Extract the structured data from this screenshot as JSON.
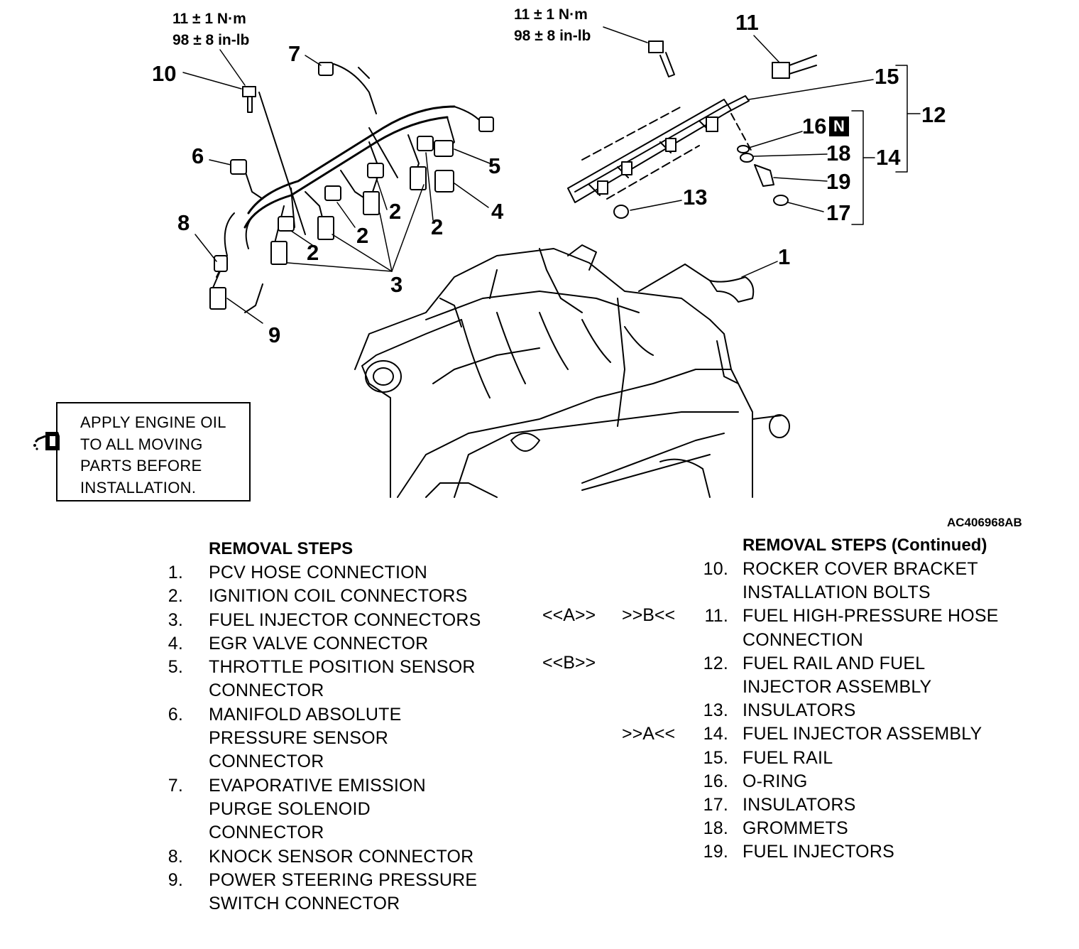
{
  "torque_left": {
    "line1": "11 ± 1 N·m",
    "line2": "98 ± 8 in-lb"
  },
  "torque_right": {
    "line1": "11 ± 1 N·m",
    "line2": "98 ± 8 in-lb"
  },
  "callouts": [
    "1",
    "2",
    "2",
    "2",
    "2",
    "3",
    "4",
    "5",
    "6",
    "7",
    "8",
    "9",
    "10",
    "11",
    "12",
    "13",
    "14",
    "15",
    "16",
    "17",
    "18",
    "19"
  ],
  "badge": "N",
  "note": {
    "lines": [
      "APPLY ENGINE OIL",
      "TO ALL MOVING",
      "PARTS BEFORE",
      "INSTALLATION."
    ]
  },
  "ref_code": "AC406968AB",
  "left_title": "REMOVAL STEPS",
  "right_title": "REMOVAL STEPS (Continued)",
  "left_steps": [
    {
      "num": "1.",
      "lines": [
        "PCV HOSE CONNECTION"
      ]
    },
    {
      "num": "2.",
      "lines": [
        "IGNITION COIL CONNECTORS"
      ]
    },
    {
      "num": "3.",
      "lines": [
        "FUEL INJECTOR CONNECTORS"
      ]
    },
    {
      "num": "4.",
      "lines": [
        "EGR VALVE CONNECTOR"
      ]
    },
    {
      "num": "5.",
      "lines": [
        "THROTTLE POSITION SENSOR",
        "CONNECTOR"
      ]
    },
    {
      "num": "6.",
      "lines": [
        "MANIFOLD ABSOLUTE",
        "PRESSURE SENSOR",
        "CONNECTOR"
      ]
    },
    {
      "num": "7.",
      "lines": [
        "EVAPORATIVE EMISSION",
        "PURGE SOLENOID",
        "CONNECTOR"
      ]
    },
    {
      "num": "8.",
      "lines": [
        "KNOCK SENSOR CONNECTOR"
      ]
    },
    {
      "num": "9.",
      "lines": [
        "POWER STEERING PRESSURE",
        "SWITCH CONNECTOR"
      ]
    }
  ],
  "right_steps": [
    {
      "num": "10.",
      "lines": [
        "ROCKER COVER BRACKET",
        "INSTALLATION BOLTS"
      ]
    },
    {
      "num": "11.",
      "lines": [
        "FUEL HIGH-PRESSURE HOSE",
        "CONNECTION"
      ]
    },
    {
      "num": "12.",
      "lines": [
        "FUEL RAIL AND FUEL",
        "INJECTOR ASSEMBLY"
      ]
    },
    {
      "num": "13.",
      "lines": [
        "INSULATORS"
      ]
    },
    {
      "num": "14.",
      "lines": [
        "FUEL INJECTOR ASSEMBLY"
      ]
    },
    {
      "num": "15.",
      "lines": [
        "FUEL RAIL"
      ]
    },
    {
      "num": "16.",
      "lines": [
        "O-RING"
      ]
    },
    {
      "num": "17.",
      "lines": [
        "INSULATORS"
      ]
    },
    {
      "num": "18.",
      "lines": [
        "GROMMETS"
      ]
    },
    {
      "num": "19.",
      "lines": [
        "FUEL INJECTORS"
      ]
    }
  ],
  "markers": {
    "a_removal": "<<A>>",
    "b_install": ">>B<<",
    "b_removal": "<<B>>",
    "a_install": ">>A<<"
  }
}
